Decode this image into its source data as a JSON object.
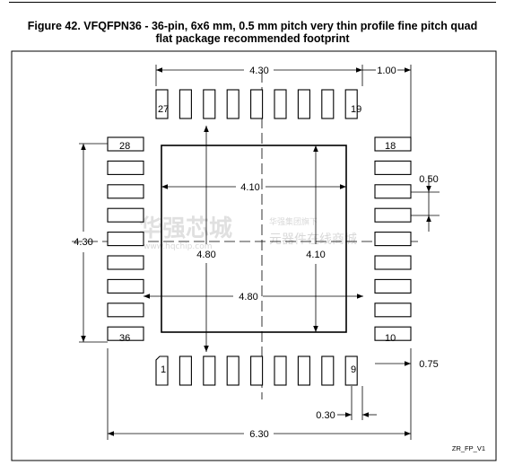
{
  "figure": {
    "caption_line1": "Figure 42. VFQFPN36 - 36-pin, 6x6 mm, 0.5 mm pitch very thin profile fine pitch quad",
    "caption_line2": "flat package recommended footprint",
    "drawing_code": "ZR_FP_V1"
  },
  "pins": {
    "top_left": "27",
    "top_right": "19",
    "left_top": "28",
    "left_bottom": "36",
    "right_top": "18",
    "right_bottom": "10",
    "bottom_left": "1",
    "bottom_right": "9"
  },
  "dimensions": {
    "top_span": "4.30",
    "pad_length": "1.00",
    "pitch": "0.50",
    "left_span": "4.30",
    "inner_width": "4.10",
    "inner_height": "4.10",
    "outer_width": "4.80",
    "outer_height": "4.80",
    "pad_width_side": "0.75",
    "pad_width": "0.30",
    "overall": "6.30"
  },
  "watermark": {
    "brand": "华强芯城",
    "tagline": "华强集团旗下",
    "slogan": "元器件在线商城",
    "url": "www.hqchip.com"
  }
}
